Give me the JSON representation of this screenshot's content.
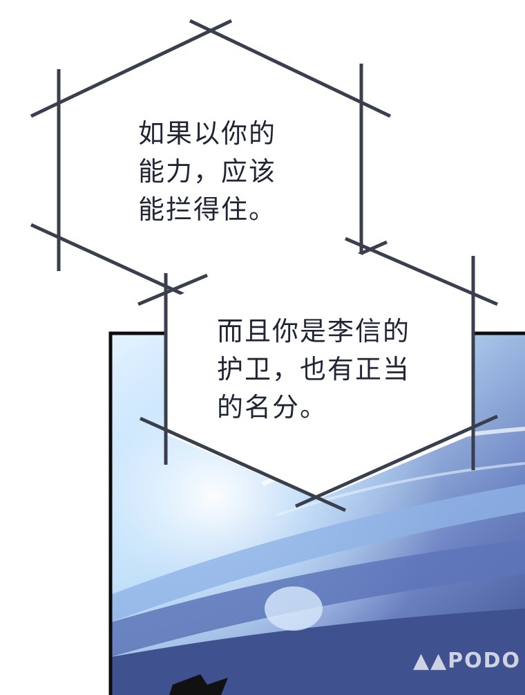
{
  "bubbles": [
    {
      "text": "如果以你的\n能力，应该\n能拦得住。"
    },
    {
      "text": "而且你是李信的\n护卫，也有正当\n的名分。"
    }
  ],
  "watermark": "▲▲PODO",
  "colors": {
    "caption_text": "#1f2535",
    "bubble_outline": "#3a3f4e",
    "panel_border": "#0d0d10",
    "panel_sky": "#4a63a8",
    "panel_light": "#cfe9ff"
  }
}
